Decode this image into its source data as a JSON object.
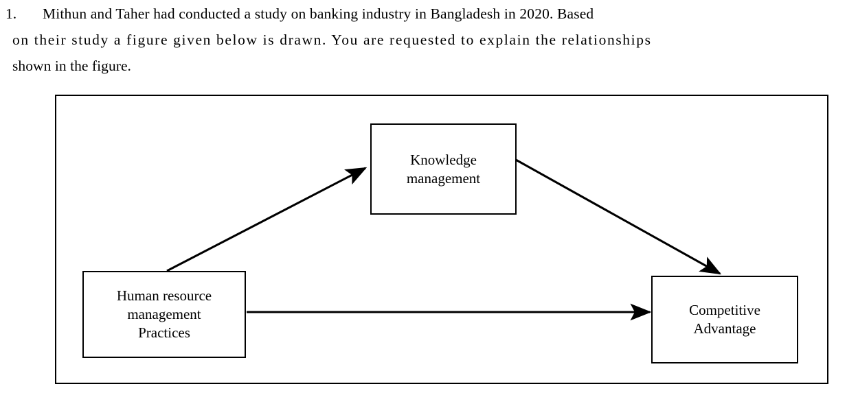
{
  "question": {
    "number": "1.",
    "line1": "Mithun and Taher had conducted a study on banking industry in Bangladesh in 2020. Based",
    "line2": "on their study a figure given below is drawn. You are requested to explain the relationships",
    "line3": "shown in the figure.",
    "full_text": "1.    Mithun and Taher had conducted a study on banking industry in Bangladesh in 2020. Based on their study a figure given below is drawn. You are requested to explain the relationships shown in the figure."
  },
  "figure": {
    "frame_border_color": "#000000",
    "background_color": "#ffffff",
    "nodes": [
      {
        "id": "knowledge-management",
        "label": "Knowledge\nmanagement",
        "label_lines": [
          "Knowledge",
          "management"
        ]
      },
      {
        "id": "hrm-practices",
        "label": "Human resource\nmanagement\nPractices",
        "label_lines": [
          "Human resource",
          "management",
          "Practices"
        ]
      },
      {
        "id": "competitive-advantage",
        "label": "Competitive\nAdvantage",
        "label_lines": [
          "Competitive",
          "Advantage"
        ]
      }
    ],
    "arrows": [
      {
        "id": "hrm-to-km",
        "from": "hrm-practices",
        "to": "knowledge-management",
        "style": "solid",
        "direction": "diagonal-up-right"
      },
      {
        "id": "km-to-ca",
        "from": "knowledge-management",
        "to": "competitive-advantage",
        "style": "solid",
        "direction": "diagonal-down-right"
      },
      {
        "id": "hrm-to-ca",
        "from": "hrm-practices",
        "to": "competitive-advantage",
        "style": "solid",
        "direction": "horizontal-right"
      }
    ]
  }
}
